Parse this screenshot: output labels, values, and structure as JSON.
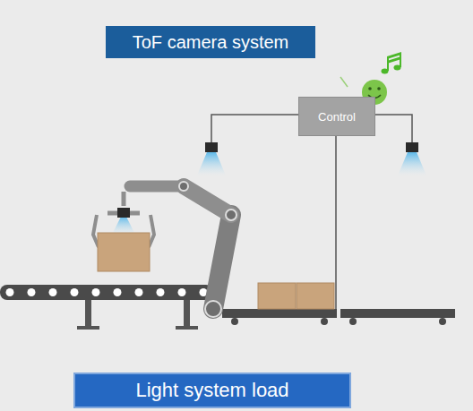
{
  "diagram": {
    "title": "ToF camera system",
    "caption": "Light system load",
    "nodes": [
      {
        "text": [
          "Control"
        ]
      }
    ]
  }
}
